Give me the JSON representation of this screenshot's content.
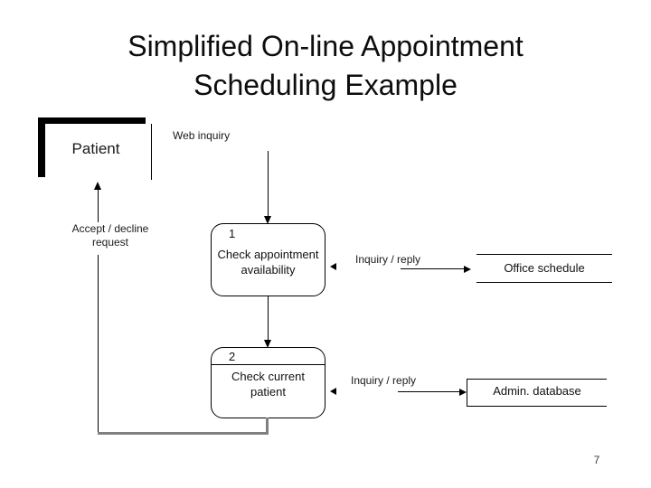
{
  "slide": {
    "title_line1": "Simplified On-line Appointment",
    "title_line2": "Scheduling Example",
    "page_number": "7"
  },
  "diagram": {
    "entities": {
      "patient": {
        "label": "Patient"
      }
    },
    "processes": {
      "p1": {
        "number": "1",
        "label_line1": "Check appointment",
        "label_line2": "availability"
      },
      "p2": {
        "number": "2",
        "label_line1": "Check current",
        "label_line2": "patient"
      }
    },
    "datastores": {
      "office_schedule": {
        "label": "Office schedule"
      },
      "admin_database": {
        "label": "Admin. database"
      }
    },
    "flows": {
      "web_inquiry": {
        "label": "Web inquiry"
      },
      "inquiry_reply_top": {
        "label": "Inquiry / reply"
      },
      "inquiry_reply_bottom": {
        "label": "Inquiry / reply"
      },
      "accept_decline": {
        "label_line1": "Accept / decline",
        "label_line2": "request"
      }
    },
    "colors": {
      "line": "#000000",
      "connector_gray": "#808080",
      "background": "#ffffff"
    }
  }
}
